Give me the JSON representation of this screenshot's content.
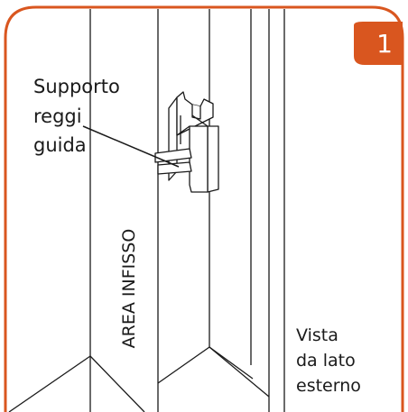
{
  "step_badge": {
    "number": "1",
    "color": "#d9561f"
  },
  "frame_color": "#d9561f",
  "callout": {
    "lines": [
      "Supporto",
      "reggi",
      "guida"
    ]
  },
  "vertical_label": "AREA INFISSO",
  "view_note": {
    "lines": [
      "Vista",
      "da lato",
      "esterno"
    ]
  }
}
